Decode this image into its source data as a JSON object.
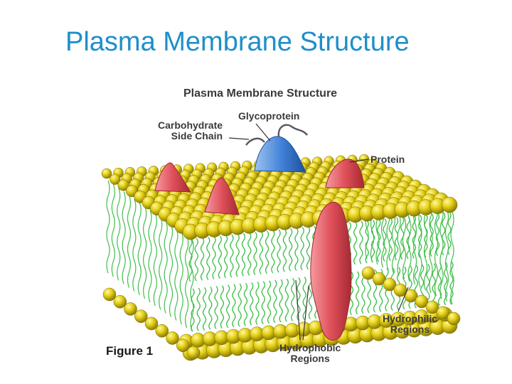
{
  "slide": {
    "title": "Plasma Membrane Structure"
  },
  "figure": {
    "title": "Plasma Membrane Structure",
    "caption": "Figure 1",
    "labels": {
      "glycoprotein": "Glycoprotein",
      "carbohydrate_line1": "Carbohydrate",
      "carbohydrate_line2": "Side Chain",
      "protein": "Protein",
      "hydrophilic_line1": "Hydrophilic",
      "hydrophilic_line2": "Regions",
      "hydrophobic_line1": "Hydrophobic",
      "hydrophobic_line2": "Regions"
    },
    "colors": {
      "phospholipid_head": "#e6d21a",
      "lipid_tail": "#3fbf4a",
      "protein": "#e0505a",
      "glycoprotein": "#3f7fd6",
      "title": "#1f8fc9"
    }
  }
}
